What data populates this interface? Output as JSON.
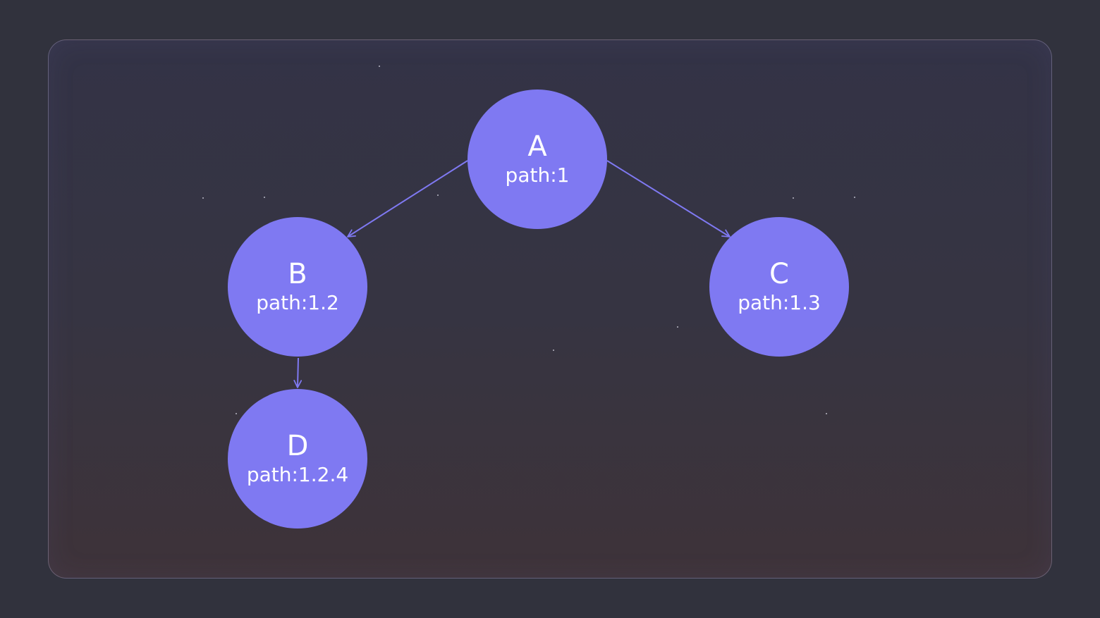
{
  "diagram": {
    "nodes": [
      {
        "id": "A",
        "label": "A",
        "path": "path:1"
      },
      {
        "id": "B",
        "label": "B",
        "path": "path:1.2"
      },
      {
        "id": "C",
        "label": "C",
        "path": "path:1.3"
      },
      {
        "id": "D",
        "label": "D",
        "path": "path:1.2.4"
      }
    ],
    "edges": [
      {
        "from": "A",
        "to": "B"
      },
      {
        "from": "A",
        "to": "C"
      },
      {
        "from": "B",
        "to": "D"
      }
    ],
    "colors": {
      "node": "#7f79f2",
      "edge": "#7f79f2",
      "text": "#ffffff",
      "background": "#31323d"
    }
  }
}
